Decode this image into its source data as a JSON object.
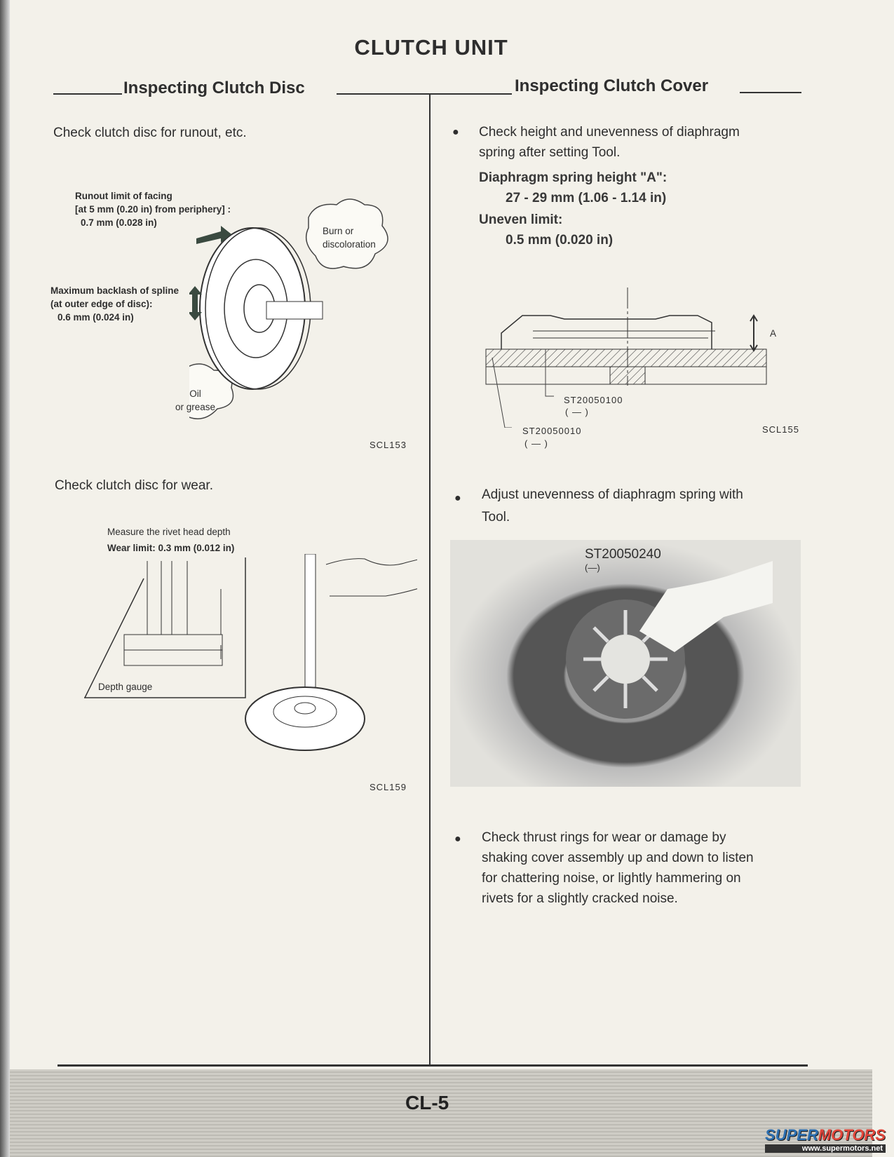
{
  "title": "CLUTCH UNIT",
  "left": {
    "header": "Inspecting Clutch Disc",
    "section1": {
      "text": "Check clutch disc for runout, etc.",
      "runout_label": [
        "Runout limit of facing",
        "[at 5 mm (0.20 in) from periphery] :",
        "0.7 mm (0.028 in)"
      ],
      "backlash_label": [
        "Maximum backlash of spline",
        "(at outer edge of disc):",
        "0.6 mm (0.024 in)"
      ],
      "burn_callout": [
        "Burn or",
        "discoloration"
      ],
      "oil_callout": [
        "Oil",
        "or grease"
      ],
      "figure_code": "SCL153"
    },
    "section2": {
      "text": "Check clutch disc for wear.",
      "measure_label": "Measure the rivet head depth",
      "wear_limit": "Wear limit:  0.3 mm (0.012 in)",
      "depth_gauge": "Depth gauge",
      "figure_code": "SCL159"
    }
  },
  "right": {
    "header": "Inspecting Clutch Cover",
    "bullet1": {
      "text": [
        "Check  height  and  unevenness  of  diaphragm",
        "spring after setting Tool."
      ],
      "spec1_label": "Diaphragm spring height \"A\":",
      "spec1_value": "27 - 29 mm (1.06 - 1.14 in)",
      "spec2_label": "Uneven limit:",
      "spec2_value": "0.5 mm (0.020 in)",
      "tool1": "ST20050100",
      "tool1_sub": "(   —   )",
      "tool2": "ST20050010",
      "tool2_sub": "(   —   )",
      "dim_label": "A",
      "figure_code": "SCL155"
    },
    "bullet2": {
      "text": [
        "Adjust  unevenness  of  diaphragm  spring  with",
        "Tool."
      ],
      "photo_tool": "ST20050240",
      "photo_tool_sub": "(—)"
    },
    "bullet3": {
      "text": [
        "Check  thrust  rings  for  wear  or  damage  by",
        "shaking cover assembly up and down to listen",
        "for chattering noise, or lightly hammering on",
        "rivets for a slightly cracked noise."
      ]
    }
  },
  "page_number": "CL-5",
  "watermark": {
    "brand": "SUPERMOTORS",
    "url": "www.supermotors.net"
  }
}
